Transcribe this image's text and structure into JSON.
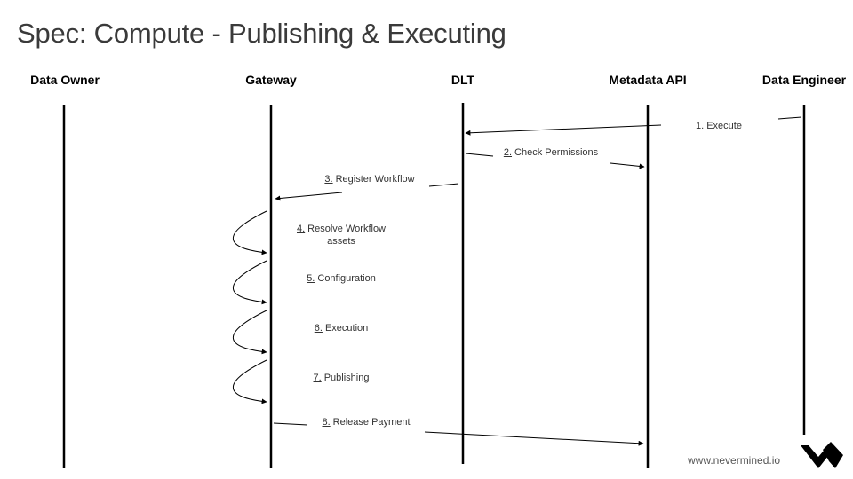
{
  "title": "Spec: Compute - Publishing & Executing",
  "actors": {
    "data_owner": "Data Owner",
    "gateway": "Gateway",
    "dlt": "DLT",
    "metadata_api": "Metadata API",
    "data_engineer": "Data Engineer"
  },
  "steps": [
    {
      "num": "1.",
      "label": "Execute"
    },
    {
      "num": "2.",
      "label": "Check Permissions"
    },
    {
      "num": "3.",
      "label": "Register Workflow"
    },
    {
      "num": "4.",
      "label": "Resolve Workflow",
      "label2": "assets"
    },
    {
      "num": "5.",
      "label": "Configuration"
    },
    {
      "num": "6.",
      "label": "Execution"
    },
    {
      "num": "7.",
      "label": "Publishing"
    },
    {
      "num": "8.",
      "label": "Release Payment"
    }
  ],
  "footer": {
    "url": "www.nevermined.io",
    "logo_icon": "nevermined-logo-icon"
  }
}
